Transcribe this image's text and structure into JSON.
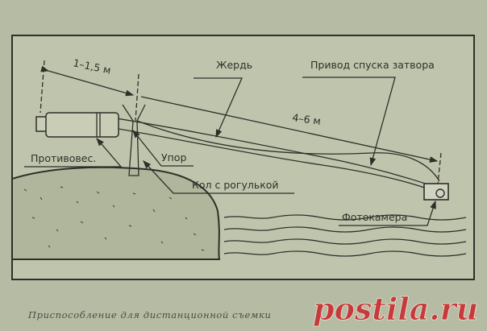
{
  "labels": {
    "short_distance": "1–1,5 м",
    "pole": "Жердь",
    "shutter_release": "Привод спуска затвора",
    "long_distance": "4–6 м",
    "counterweight": "Противовес.",
    "support": "Упор",
    "forked_stake": "Кол с рогулькой",
    "camera": "Фотокамера"
  },
  "caption": "Приспособление для дистанционной съемки",
  "watermark": "postila.ru",
  "colors": {
    "paper": "#b6bca3",
    "ink": "#2e2f29",
    "watermark": "#c63a3c"
  }
}
